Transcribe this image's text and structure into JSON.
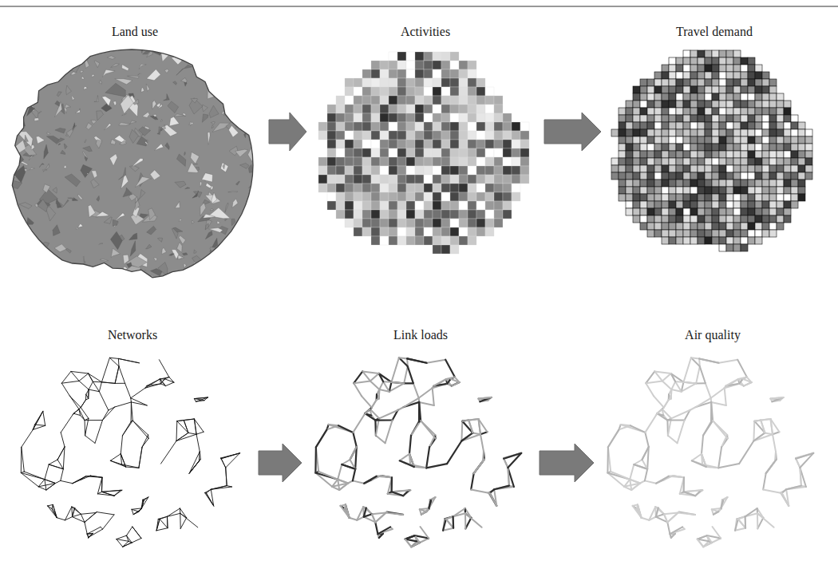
{
  "diagram": {
    "nodes": [
      {
        "text": [
          "Land use"
        ]
      },
      {
        "text": [
          "Activities"
        ]
      },
      {
        "text": [
          "Travel demand"
        ]
      },
      {
        "text": [
          "Networks"
        ]
      },
      {
        "text": [
          "Link loads"
        ]
      },
      {
        "text": [
          "Air quality"
        ]
      }
    ],
    "edges": [
      {
        "from": 0,
        "to": 1,
        "arrow": "to"
      },
      {
        "from": 1,
        "to": 2,
        "arrow": "to"
      },
      {
        "from": 3,
        "to": 4,
        "arrow": "to"
      },
      {
        "from": 4,
        "to": 5,
        "arrow": "to"
      }
    ]
  }
}
